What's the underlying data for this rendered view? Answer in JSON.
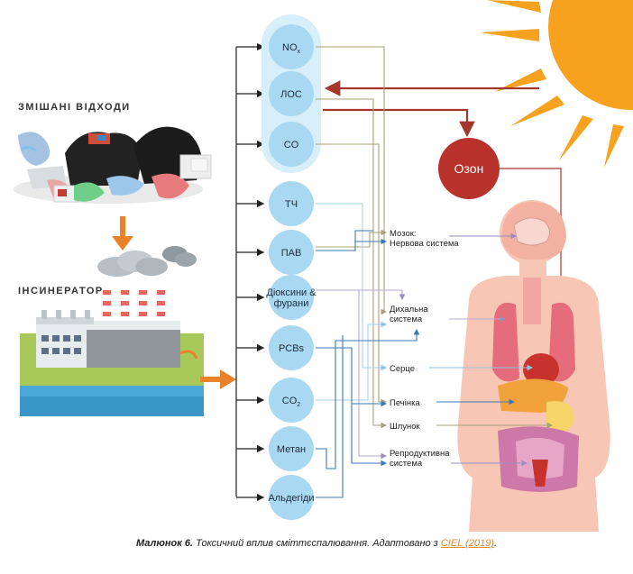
{
  "labels": {
    "mixed_waste": "ЗМІШАНІ ВІДХОДИ",
    "incinerator": "ІНСИНЕРАТОР",
    "ozone": "Озон"
  },
  "pollutants": [
    {
      "id": "nox",
      "label": "NO",
      "sub": "x"
    },
    {
      "id": "los",
      "label": "ЛОС",
      "sub": ""
    },
    {
      "id": "co",
      "label": "CO",
      "sub": ""
    },
    {
      "id": "tch",
      "label": "ТЧ",
      "sub": ""
    },
    {
      "id": "pav",
      "label": "ПАВ",
      "sub": ""
    },
    {
      "id": "dioxins",
      "label": "Діоксини &",
      "label2": "фурани",
      "sub": ""
    },
    {
      "id": "pcbs",
      "label": "PCBs",
      "sub": ""
    },
    {
      "id": "co2",
      "label": "CO",
      "sub": "2"
    },
    {
      "id": "methane",
      "label": "Метан",
      "sub": ""
    },
    {
      "id": "aldehydes",
      "label": "Альдегіди",
      "sub": ""
    }
  ],
  "organs": [
    {
      "id": "brain",
      "line1": "Мозок:",
      "line2": "Нервова система"
    },
    {
      "id": "lungs",
      "line1": "Дихальна",
      "line2": "система"
    },
    {
      "id": "heart",
      "line1": "Серце",
      "line2": ""
    },
    {
      "id": "liver",
      "line1": "Печінка",
      "line2": ""
    },
    {
      "id": "stomach",
      "line1": "Шлунок",
      "line2": ""
    },
    {
      "id": "repro",
      "line1": "Репродуктивна",
      "line2": "система"
    }
  ],
  "caption": {
    "prefix": "Малюнок 6.",
    "text": " Токсичний вплив сміттєспалювання. Адаптовано з ",
    "source": "CIEL (2019)",
    "suffix": "."
  },
  "colors": {
    "circle_fill": "#a9d8f3",
    "bubble_group": "#d7eefb",
    "ozone": "#b8312a",
    "sun": "#f7a21e",
    "body_skin": "#f8c6b4",
    "arrow_dark_red": "#a4372b",
    "arrow_orange": "#e8832c",
    "line_olive": "#a7a07a",
    "line_lightblue": "#a8d0ea",
    "line_blue": "#3c78b5",
    "line_purple": "#b7a9d2"
  }
}
